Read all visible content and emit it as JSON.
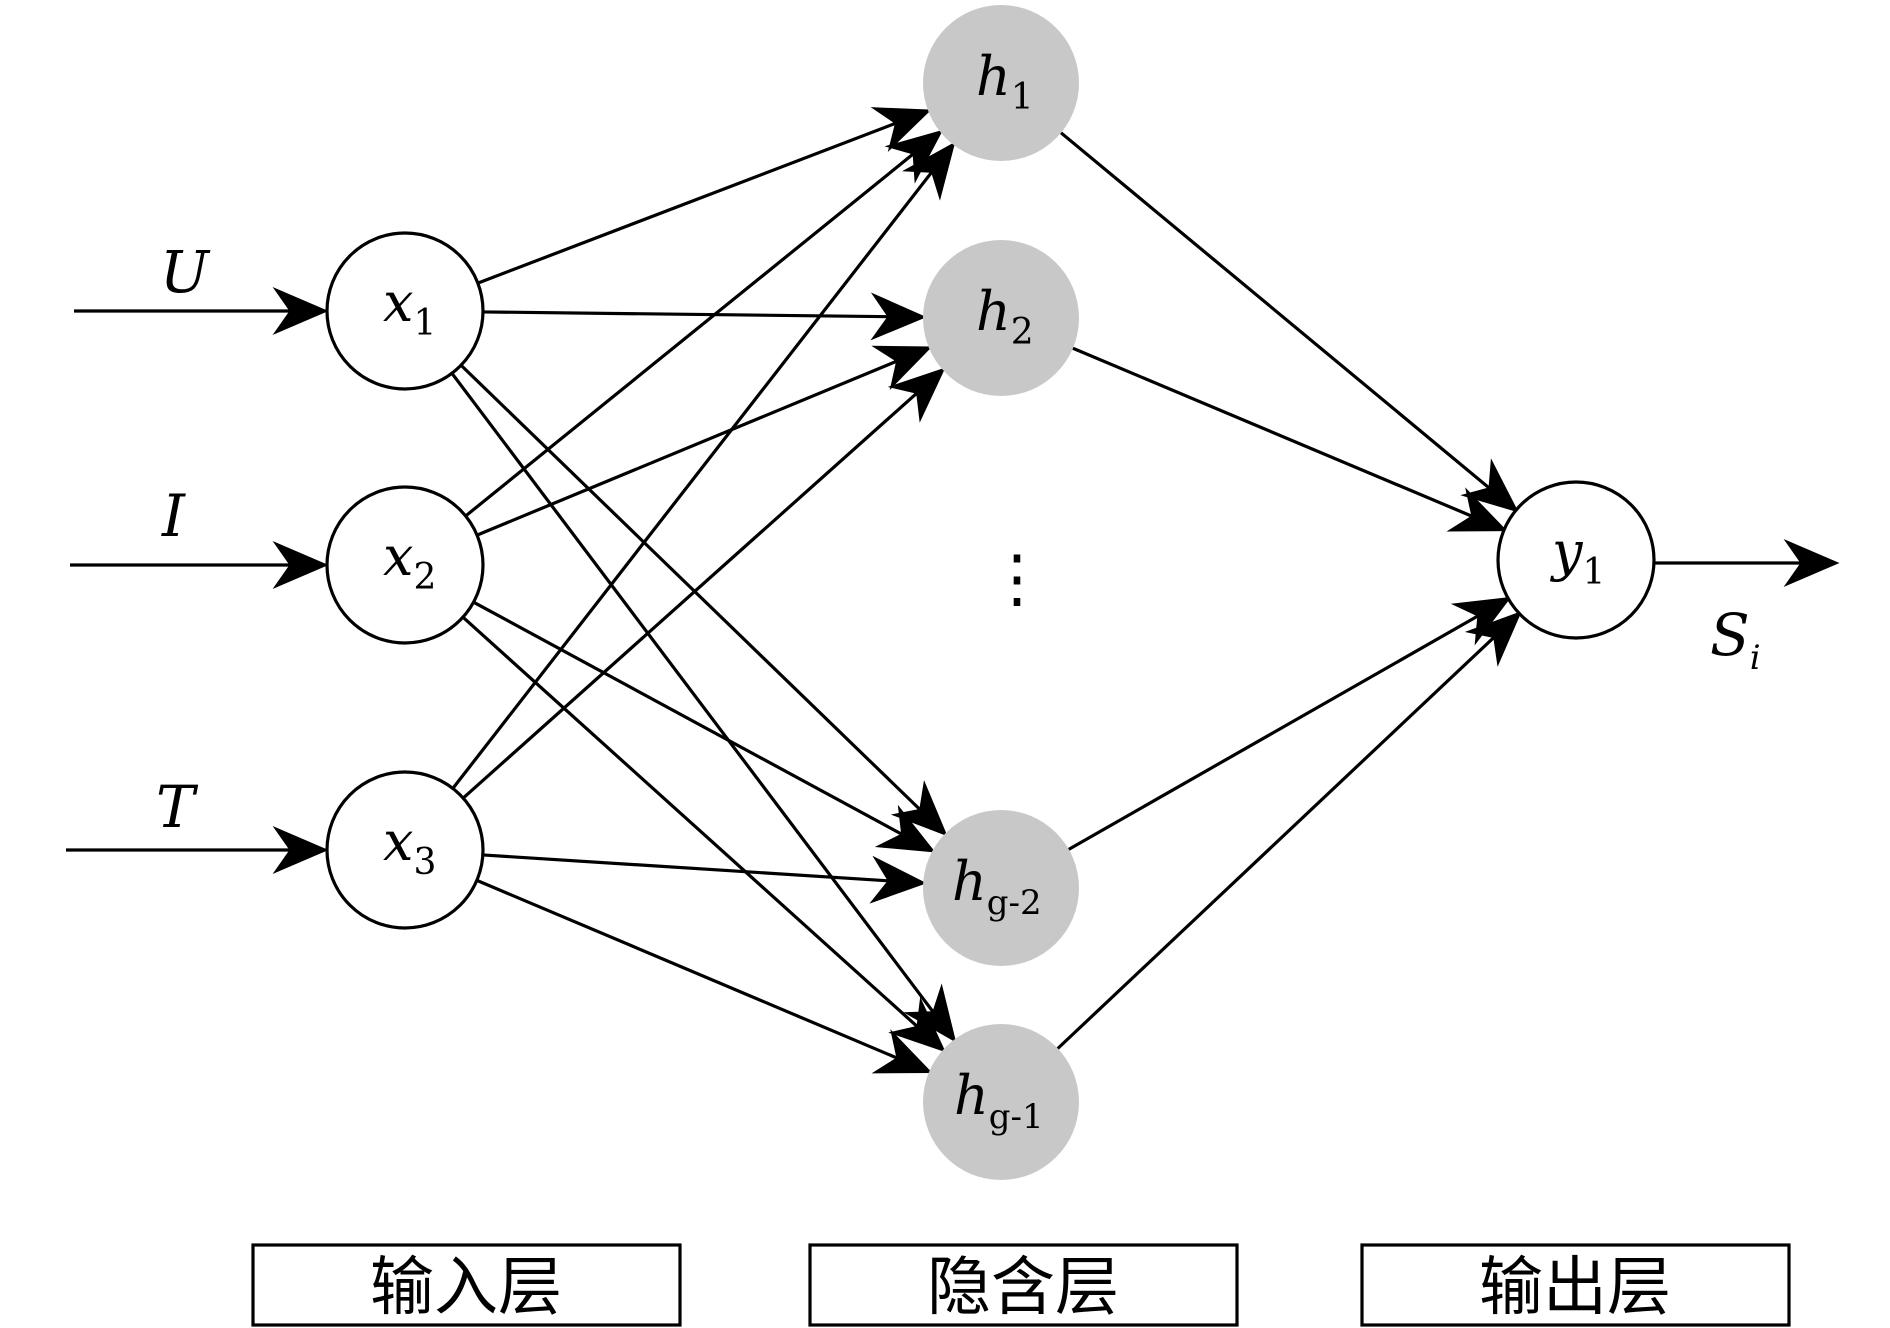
{
  "inputs": [
    {
      "signal": "U",
      "node": "x",
      "sub": "1"
    },
    {
      "signal": "I",
      "node": "x",
      "sub": "2"
    },
    {
      "signal": "T",
      "node": "x",
      "sub": "3"
    }
  ],
  "hidden": [
    {
      "node": "h",
      "sub": "1"
    },
    {
      "node": "h",
      "sub": "2"
    },
    {
      "node": "h",
      "sub": "g-2"
    },
    {
      "node": "h",
      "sub": "g-1"
    }
  ],
  "hidden_ellipsis": "⋮",
  "output": {
    "node": "y",
    "sub": "1",
    "signal": "S",
    "signal_sub": "i"
  },
  "layers": {
    "input_label": "输入层",
    "hidden_label": "隐含层",
    "output_label": "输出层"
  },
  "colors": {
    "hidden_fill": "#c8c8c8",
    "stroke": "#000000"
  }
}
